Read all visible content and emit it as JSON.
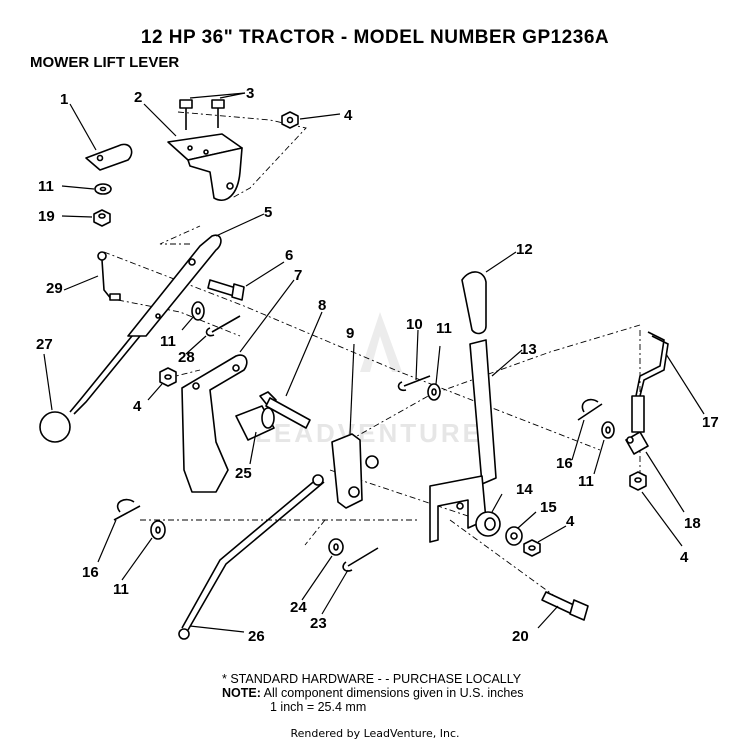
{
  "title": "12 HP  36\"  TRACTOR  - MODEL NUMBER GP1236A",
  "subtitle": "MOWER LIFT LEVER",
  "callouts": {
    "c1": "1",
    "c2": "2",
    "c3": "3",
    "c4a": "4",
    "c4b": "4",
    "c4c": "4",
    "c4d": "4",
    "c5": "5",
    "c6": "6",
    "c7": "7",
    "c8": "8",
    "c9": "9",
    "c10": "10",
    "c11a": "11",
    "c11b": "11",
    "c11c": "11",
    "c11d": "11",
    "c11e": "11",
    "c12": "12",
    "c13": "13",
    "c14": "14",
    "c15": "15",
    "c16a": "16",
    "c16b": "16",
    "c17": "17",
    "c18": "18",
    "c19": "19",
    "c20": "20",
    "c23": "23",
    "c24": "24",
    "c25": "25",
    "c26": "26",
    "c27": "27",
    "c28": "28",
    "c29": "29"
  },
  "note": {
    "line1": "* STANDARD HARDWARE - - PURCHASE LOCALLY",
    "line2_label": "NOTE:",
    "line2_text": "  All component dimensions given in U.S. inches",
    "line3": "1 inch = 25.4 mm"
  },
  "watermark": "LEADVENTURE",
  "footer": "Rendered by LeadVenture, Inc."
}
